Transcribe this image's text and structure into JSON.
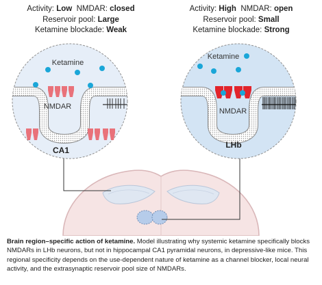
{
  "left_panel": {
    "activity_label": "Activity:",
    "activity_value": "Low",
    "nmdar_label": "NMDAR:",
    "nmdar_value": "closed",
    "reservoir_label": "Reservoir pool:",
    "reservoir_value": "Large",
    "blockade_label": "Ketamine blockade:",
    "blockade_value": "Weak",
    "ketamine_label": "Ketamine",
    "nmdar_text": "NMDAR",
    "region_label": "CA1"
  },
  "right_panel": {
    "activity_label": "Activity:",
    "activity_value": "High",
    "nmdar_label": "NMDAR:",
    "nmdar_value": "open",
    "reservoir_label": "Reservoir pool:",
    "reservoir_value": "Small",
    "blockade_label": "Ketamine blockade:",
    "blockade_value": "Strong",
    "ketamine_label": "Ketamine",
    "nmdar_text": "NMDAR",
    "region_label": "LHb"
  },
  "caption": {
    "title": "Brain region–specific action of ketamine.",
    "body": " Model illustrating why systemic ketamine specifically blocks NMDARs in LHb neurons, but not in hippocampal CA1 pyramidal neurons, in depressive-like mice. This regional specificity depends on the use-dependent nature of ketamine as a channel blocker, local neural activity, and the extrasynaptic reservoir pool size of NMDARs."
  },
  "colors": {
    "left_circle_fill": "#e6eef8",
    "right_circle_fill": "#d3e4f4",
    "ketamine_dot": "#1aa6d8",
    "receptor_closed": "#e9727a",
    "receptor_open": "#e2242b",
    "brain_fill": "#f6e4e4",
    "brain_outline": "#d9b6b8"
  }
}
